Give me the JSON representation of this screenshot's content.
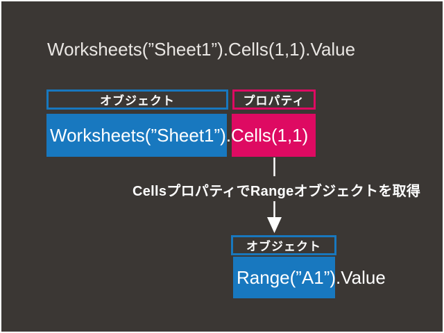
{
  "colors": {
    "bg": "#3b3734",
    "frame": "#ffffff",
    "blue": "#1878bf",
    "pink": "#de0a62",
    "title-text": "#e9e6e3",
    "box-text": "#ffffff"
  },
  "title": {
    "code": "Worksheets(”Sheet1”).Cells(1,1).Value"
  },
  "top_group": {
    "object_label": "オブジェクト",
    "property_label": "プロパティ",
    "code": "Worksheets(”Sheet1”).Cells(1,1)"
  },
  "annotation": "CellsプロパティでRangeオブジェクトを取得",
  "bottom_group": {
    "object_label": "オブジェクト",
    "code": "Range(”A1”).Value"
  }
}
